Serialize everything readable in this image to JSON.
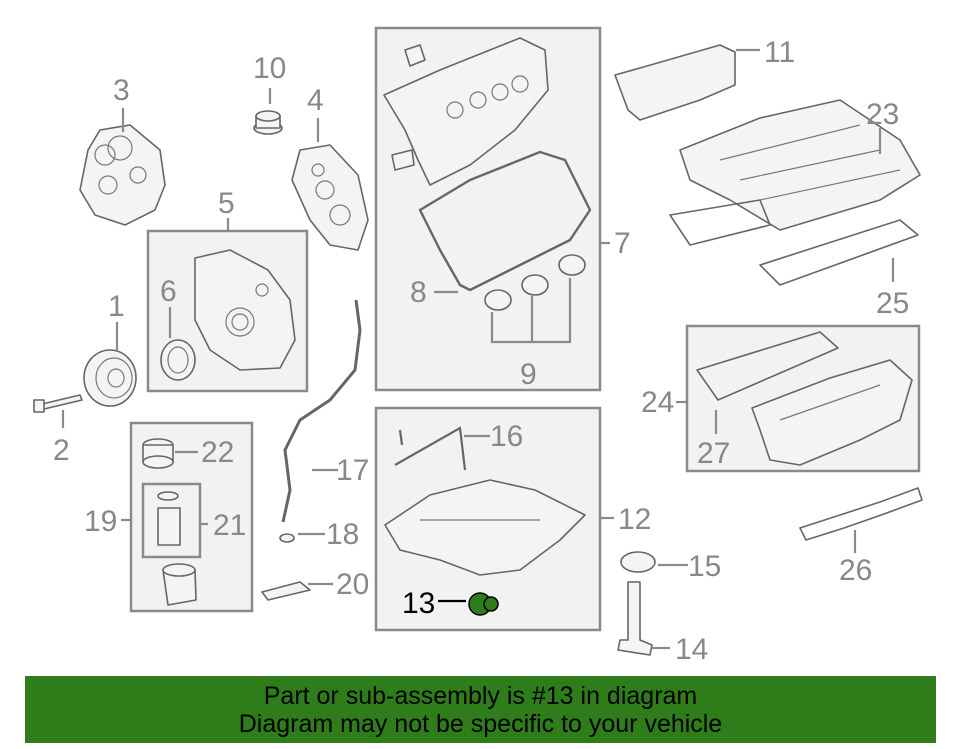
{
  "labels": {
    "l1": "1",
    "l2": "2",
    "l3": "3",
    "l4": "4",
    "l5": "5",
    "l6": "6",
    "l7": "7",
    "l8": "8",
    "l9": "9",
    "l10": "10",
    "l11": "11",
    "l12": "12",
    "l13": "13",
    "l14": "14",
    "l15": "15",
    "l16": "16",
    "l17": "17",
    "l18": "18",
    "l19": "19",
    "l20": "20",
    "l21": "21",
    "l22": "22",
    "l23": "23",
    "l24": "24",
    "l25": "25",
    "l26": "26",
    "l27": "27"
  },
  "highlight": {
    "part_number": "13",
    "color": "#2e7d1a"
  },
  "banner": {
    "line1": "Part or sub-assembly is #13 in diagram",
    "line2": "Diagram may not be specific to your vehicle",
    "background": "#2e7d1a"
  }
}
